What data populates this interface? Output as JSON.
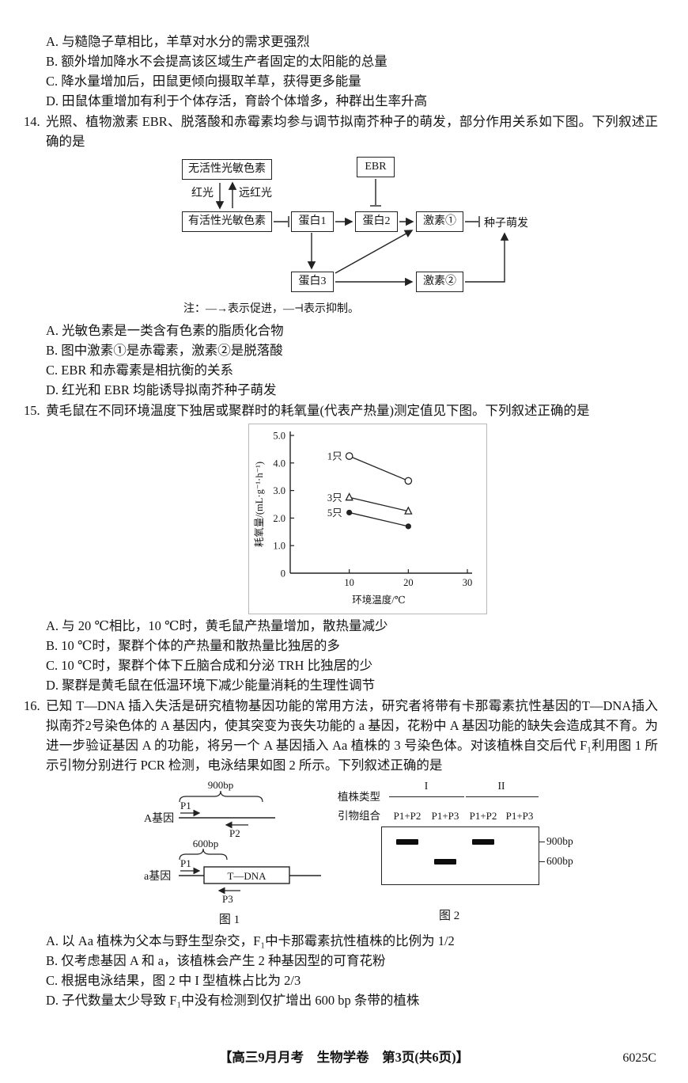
{
  "q13": {
    "options": [
      "A. 与糙隐子草相比，羊草对水分的需求更强烈",
      "B. 额外增加降水不会提高该区域生产者固定的太阳能的总量",
      "C. 降水量增加后，田鼠更倾向摄取羊草，获得更多能量",
      "D. 田鼠体重增加有利于个体存活，育龄个体增多，种群出生率升高"
    ]
  },
  "q14": {
    "number": "14.",
    "stem": "光照、植物激素 EBR、脱落酸和赤霉素均参与调节拟南芥种子的萌发，部分作用关系如下图。下列叙述正确的是",
    "diagram": {
      "inactive_phytochrome": "无活性光敏色素",
      "ebr": "EBR",
      "red_light": "红光",
      "far_red_light": "远红光",
      "active_phytochrome": "有活性光敏色素",
      "protein1": "蛋白1",
      "protein2": "蛋白2",
      "hormone1": "激素①",
      "germination": "种子萌发",
      "protein3": "蛋白3",
      "hormone2": "激素②",
      "note": "注：—→表示促进，—⊣表示抑制。"
    },
    "options": [
      "A. 光敏色素是一类含有色素的脂质化合物",
      "B. 图中激素①是赤霉素，激素②是脱落酸",
      "C. EBR 和赤霉素是相抗衡的关系",
      "D. 红光和 EBR 均能诱导拟南芥种子萌发"
    ]
  },
  "q15": {
    "number": "15.",
    "stem": "黄毛鼠在不同环境温度下独居或聚群时的耗氧量(代表产热量)测定值见下图。下列叙述正确的是",
    "options": [
      "A. 与 20 ℃相比，10 ℃时，黄毛鼠产热量增加，散热量减少",
      "B. 10 ℃时，聚群个体的产热量和散热量比独居的多",
      "C. 10 ℃时，聚群个体下丘脑合成和分泌 TRH 比独居的少",
      "D. 聚群是黄毛鼠在低温环境下减少能量消耗的生理性调节"
    ]
  },
  "chart_data": {
    "type": "line",
    "x": [
      10,
      20
    ],
    "series": [
      {
        "name": "1只",
        "marker": "circle-open",
        "values": [
          4.25,
          3.35
        ]
      },
      {
        "name": "3只",
        "marker": "triangle-open",
        "values": [
          2.75,
          2.25
        ]
      },
      {
        "name": "5只",
        "marker": "circle-filled",
        "values": [
          2.2,
          1.7
        ]
      }
    ],
    "xlabel": "环境温度/℃",
    "ylabel": "耗氧量/(mL·g⁻¹·h⁻¹)",
    "xlim": [
      0,
      30
    ],
    "ylim": [
      0,
      5
    ],
    "xticks": [
      0,
      10,
      20,
      30
    ],
    "yticks": [
      "0",
      "1.0",
      "2.0",
      "3.0",
      "4.0",
      "5.0"
    ],
    "grid": false,
    "legend_position": "inline-left-of-first-point"
  },
  "q16": {
    "number": "16.",
    "stem": "已知 T—DNA 插入失活是研究植物基因功能的常用方法，研究者将带有卡那霉素抗性基因的T—DNA插入拟南芥2号染色体的 A 基因内，使其突变为丧失功能的 a 基因，花粉中 A 基因功能的缺失会造成其不育。为进一步验证基因 A 的功能，将另一个 A 基因插入 Aa 植株的 3 号染色体。对该植株自交后代 F₁利用图 1 所示引物分别进行 PCR 检测，电泳结果如图 2 所示。下列叙述正确的是",
    "fig1": {
      "len_a": "900bp",
      "p1a": "P1",
      "gene_A": "A基因",
      "p2": "P2",
      "len_b": "600bp",
      "p1b": "P1",
      "gene_a": "a基因",
      "tdna": "T—DNA",
      "p3": "P3",
      "caption": "图 1"
    },
    "fig2": {
      "row1_label": "植株类型",
      "row2_label": "引物组合",
      "group1": "I",
      "group2": "II",
      "lanes": [
        {
          "primers": "P1+P2",
          "band": "900bp"
        },
        {
          "primers": "P1+P3",
          "band": "600bp"
        },
        {
          "primers": "P1+P2",
          "band": "900bp"
        },
        {
          "primers": "P1+P3",
          "band": null
        }
      ],
      "marker_high": "900bp",
      "marker_low": "600bp",
      "caption": "图 2"
    },
    "options": [
      "A. 以 Aa 植株为父本与野生型杂交，F₁中卡那霉素抗性植株的比例为 1/2",
      "B. 仅考虑基因 A 和 a，该植株会产生 2 种基因型的可育花粉",
      "C. 根据电泳结果，图 2 中 I 型植株占比为 2/3",
      "D. 子代数量太少导致 F₁中没有检测到仅扩增出 600 bp 条带的植株"
    ]
  },
  "footer": {
    "text": "【高三9月月考　生物学卷　第3页(共6页)】",
    "code": "6025C"
  }
}
